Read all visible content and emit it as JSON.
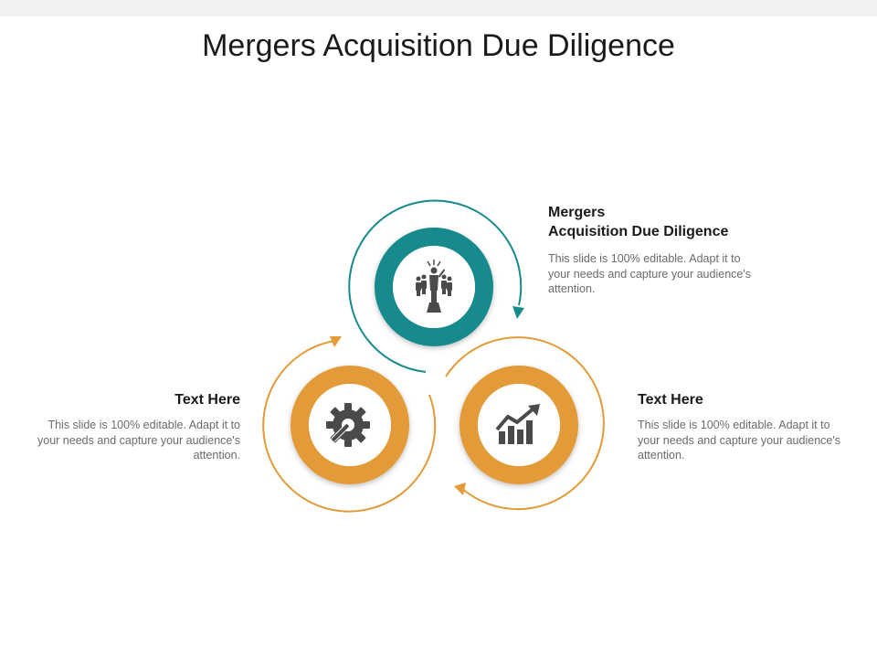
{
  "title": "Mergers Acquisition Due Diligence",
  "colors": {
    "teal": "#168a8c",
    "orange": "#e39a37",
    "icon": "#4a4a4a"
  },
  "stages": [
    {
      "id": "top",
      "heading_lines": [
        "Mergers",
        "Acquisition Due Diligence"
      ],
      "body": "This slide is 100% editable. Adapt it to your needs and capture your audience's attention.",
      "icon": "leader-people-icon",
      "color": "teal"
    },
    {
      "id": "right",
      "heading_lines": [
        "Text Here"
      ],
      "body": "This slide is 100% editable. Adapt it to your needs and capture your audience's attention.",
      "icon": "growth-chart-icon",
      "color": "orange"
    },
    {
      "id": "left",
      "heading_lines": [
        "Text Here"
      ],
      "body": "This slide is 100% editable. Adapt it to your needs and capture your audience's attention.",
      "icon": "gear-wrench-icon",
      "color": "orange"
    }
  ]
}
